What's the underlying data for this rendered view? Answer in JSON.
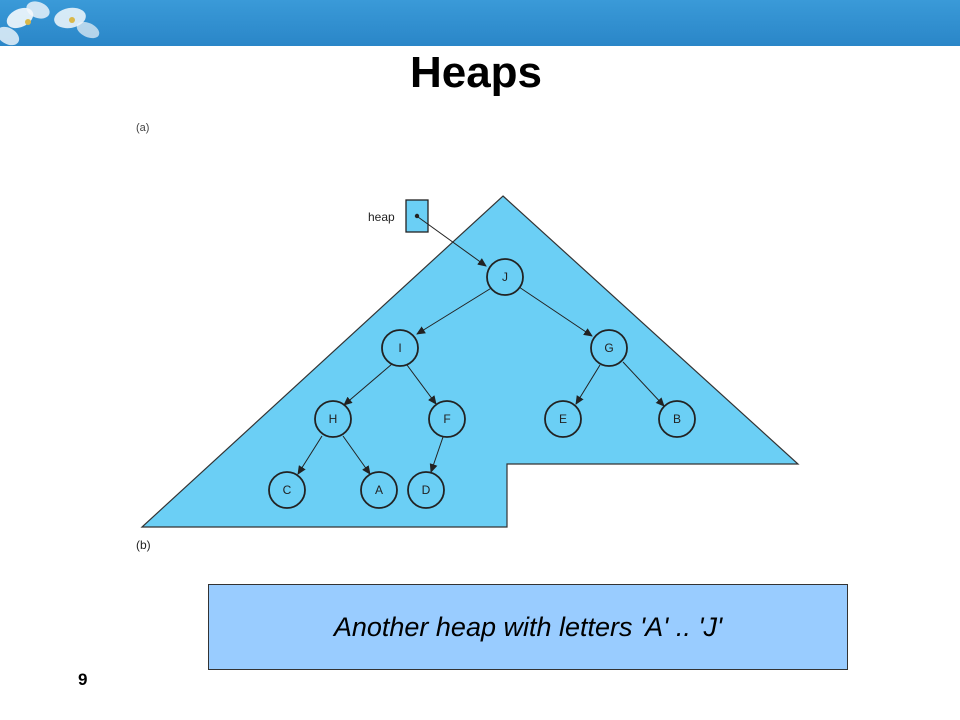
{
  "slide": {
    "title": "Heaps",
    "number": "9",
    "caption": "Another heap with letters 'A' .. 'J'"
  },
  "figure": {
    "label_a": "(a)",
    "label_b": "(b)",
    "pointer_label": "heap",
    "fill_color": "#6bcff5",
    "nodes": [
      "J",
      "I",
      "G",
      "H",
      "F",
      "E",
      "B",
      "C",
      "A",
      "D"
    ]
  },
  "colors": {
    "header_bar": "#2a86c8",
    "caption_background": "#99ccff"
  }
}
